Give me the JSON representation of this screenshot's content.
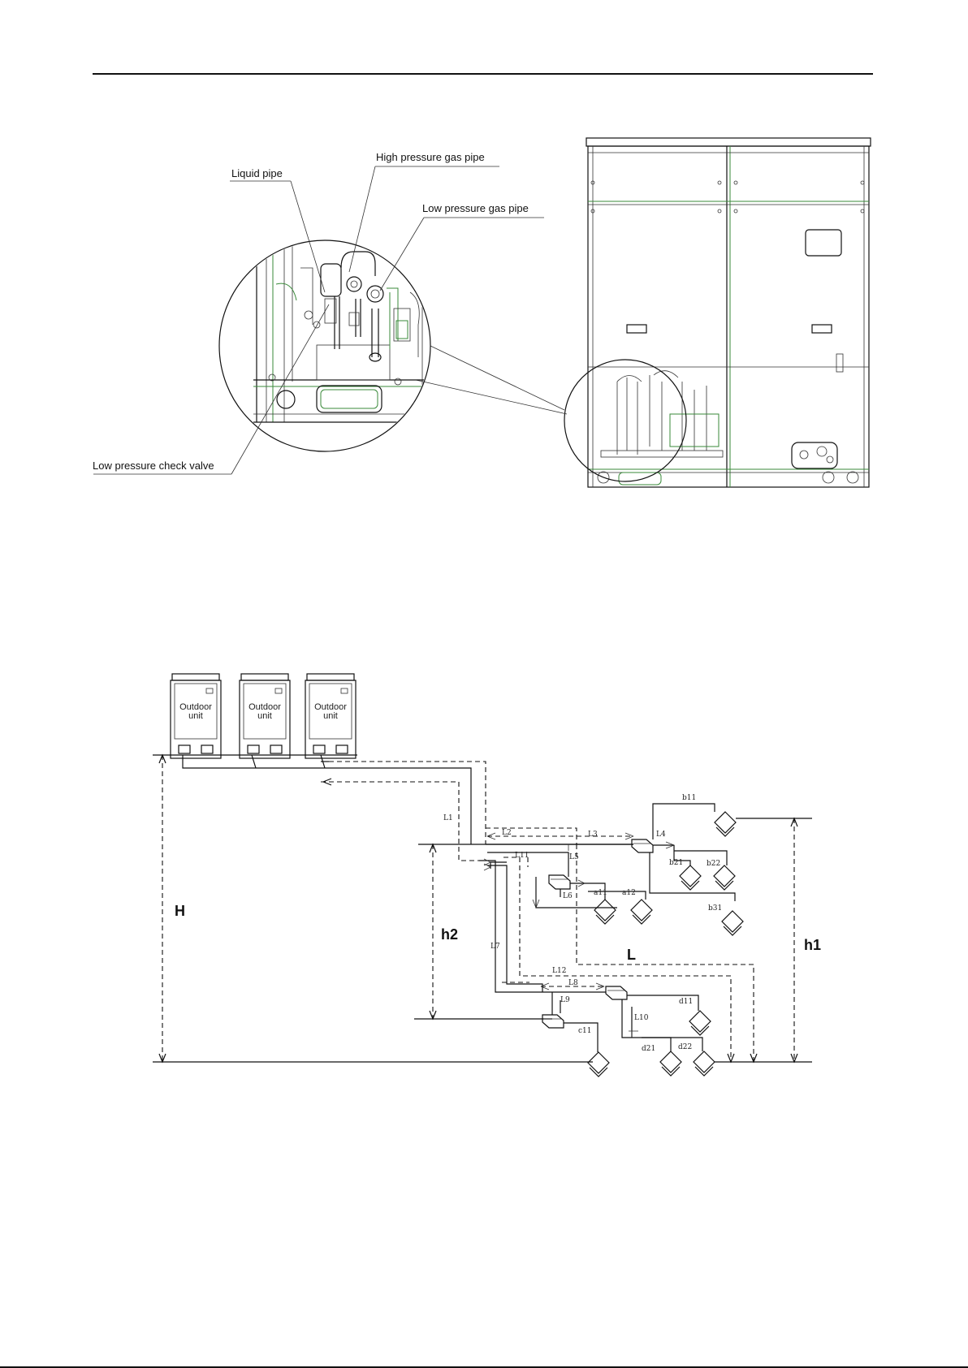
{
  "valve_figure": {
    "labels": {
      "liquid_pipe": "Liquid pipe",
      "high_pressure_gas_pipe": "High pressure gas pipe",
      "low_pressure_gas_pipe": "Low pressure gas pipe",
      "low_pressure_check_valve": "Low pressure check valve"
    }
  },
  "piping_diagram": {
    "outdoor_units": [
      {
        "label_line1": "Outdoor",
        "label_line2": "unit"
      },
      {
        "label_line1": "Outdoor",
        "label_line2": "unit"
      },
      {
        "label_line1": "Outdoor",
        "label_line2": "unit"
      }
    ],
    "heights": {
      "H": "H",
      "h1": "h1",
      "h2": "h2",
      "L": "L"
    },
    "segments": {
      "L1": "L1",
      "L2": "L2",
      "L3": "L3",
      "L4": "L4",
      "L5": "L5",
      "L6": "L6",
      "L7": "L7",
      "L8": "L8",
      "L9": "L9",
      "L10": "L10",
      "L11": "L11",
      "L12": "L12"
    },
    "branches": {
      "a11": "a11",
      "a12": "a12",
      "b11": "b11",
      "b21": "b21",
      "b22": "b22",
      "b31": "b31",
      "c11": "c11",
      "d11": "d11",
      "d21": "d21",
      "d22": "d22"
    }
  }
}
